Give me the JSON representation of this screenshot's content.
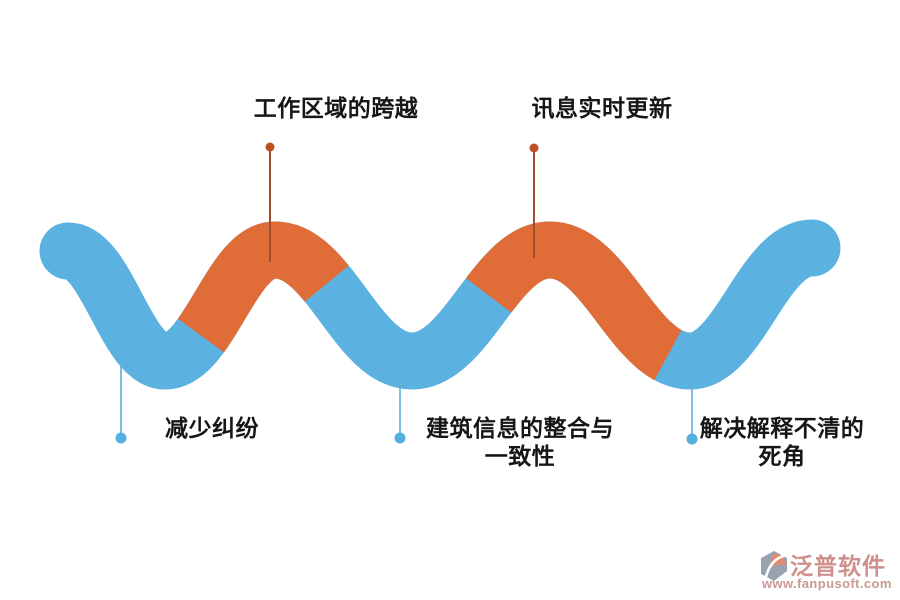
{
  "diagram": {
    "top_labels": [
      {
        "text": "工作区域的跨越"
      },
      {
        "text": "讯息实时更新"
      }
    ],
    "bottom_labels": [
      {
        "line1": "减少纠纷",
        "line2": ""
      },
      {
        "line1": "建筑信息的整合与",
        "line2": "一致性"
      },
      {
        "line1": "解决解释不清的",
        "line2": "死角"
      }
    ],
    "colors": {
      "wave_blue": "#5BB1DF",
      "wave_orange": "#E06C38",
      "top_connector": "#9D4F2C",
      "top_dot": "#BC5125",
      "bottom_connector": "#7CC0E8",
      "bottom_dot": "#56B0DF"
    }
  },
  "watermark": {
    "brand": "泛普软件",
    "url": "www.fanpusoft.com",
    "brand_color": "#CE908C",
    "url_color": "#C99A95",
    "icon_gray": "#9AA2B0",
    "icon_salmon": "#E28A70"
  }
}
